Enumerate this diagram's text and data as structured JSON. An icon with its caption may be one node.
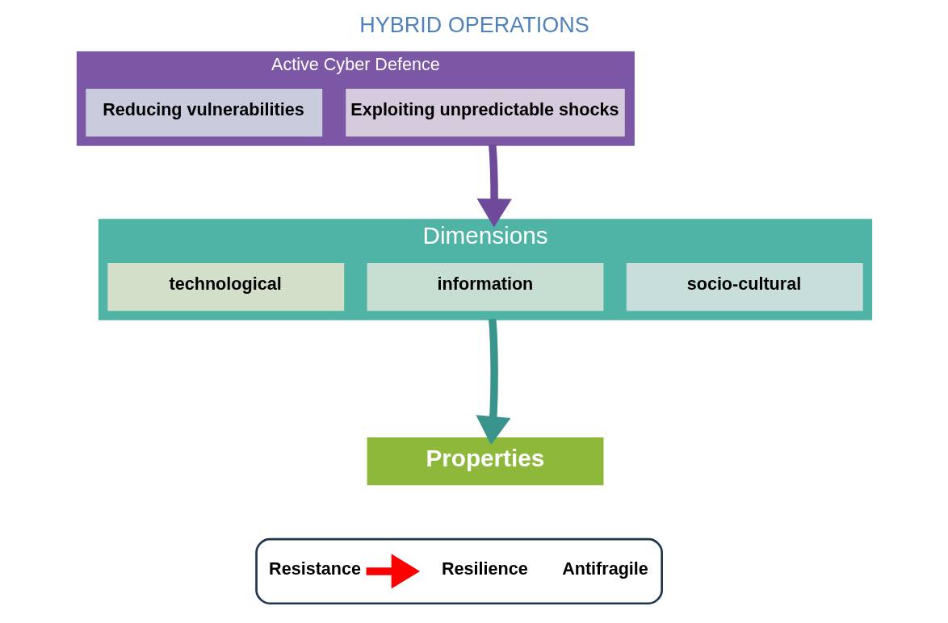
{
  "diagram": {
    "title": "HYBRID OPERATIONS",
    "nodes": [
      {
        "text": [
          "Active Cyber Defence"
        ]
      },
      {
        "text": [
          "Reducing vulnerabilities"
        ],
        "in": 0
      },
      {
        "text": [
          "Exploiting unpredictable shocks"
        ],
        "in": 0
      },
      {
        "text": [
          "Dimensions"
        ]
      },
      {
        "text": [
          "technological"
        ],
        "in": 3
      },
      {
        "text": [
          "information"
        ],
        "in": 3
      },
      {
        "text": [
          "socio-cultural"
        ],
        "in": 3
      },
      {
        "text": [
          "Properties"
        ]
      },
      {
        "text": [],
        "shape": "box"
      },
      {
        "text": [
          "Resistance"
        ],
        "in": 8
      },
      {
        "text": [
          "Resilience"
        ],
        "in": 8
      },
      {
        "text": [
          "Antifragile"
        ],
        "in": 8
      }
    ],
    "edges": [
      {
        "from": 0,
        "to": 3,
        "arrow": "to",
        "color": "#6f4a9a"
      },
      {
        "from": 3,
        "to": 7,
        "arrow": "to",
        "color": "#3a948e"
      },
      {
        "from": 9,
        "to": null,
        "arrow": "to",
        "color": "#ff0000"
      }
    ]
  }
}
